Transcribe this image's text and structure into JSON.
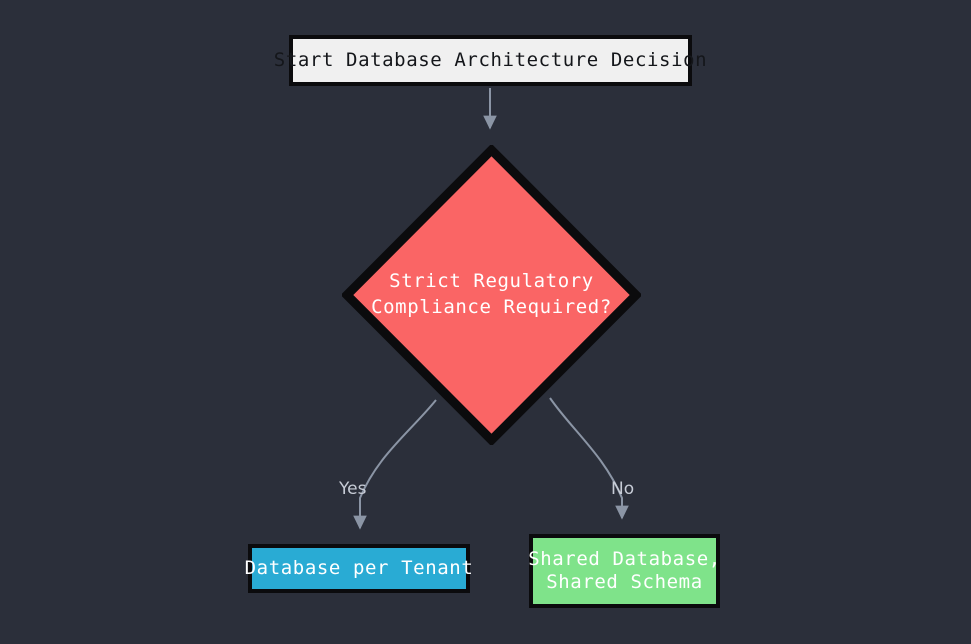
{
  "diagram": {
    "title": "Database Architecture Decision",
    "background_color": "#2b2f3a",
    "edge_color": "#8b95a5",
    "nodes": {
      "start": {
        "label": "Start Database Architecture Decision",
        "shape": "rectangle",
        "fill": "#f0f0f0",
        "stroke": "#0b0b0d",
        "text_color": "#14161a"
      },
      "decision": {
        "label": "Strict Regulatory\nCompliance Required?",
        "line1": "Strict Regulatory",
        "line2": "Compliance Required?",
        "shape": "diamond",
        "fill": "#fa6565",
        "stroke": "#0b0b0d",
        "text_color": "#ffffff"
      },
      "outcome_yes": {
        "label": "Database per Tenant",
        "shape": "rectangle",
        "fill": "#29abd4",
        "stroke": "#0b0b0d",
        "text_color": "#ffffff"
      },
      "outcome_no": {
        "label": "Shared Database,\nShared Schema",
        "line1": "Shared Database,",
        "line2": "Shared Schema",
        "shape": "rectangle",
        "fill": "#7fe38a",
        "stroke": "#0b0b0d",
        "text_color": "#ffffff"
      }
    },
    "edges": [
      {
        "from": "start",
        "to": "decision",
        "label": ""
      },
      {
        "from": "decision",
        "to": "outcome_yes",
        "label": "Yes"
      },
      {
        "from": "decision",
        "to": "outcome_no",
        "label": "No"
      }
    ],
    "edge_labels": {
      "yes": "Yes",
      "no": "No"
    }
  }
}
